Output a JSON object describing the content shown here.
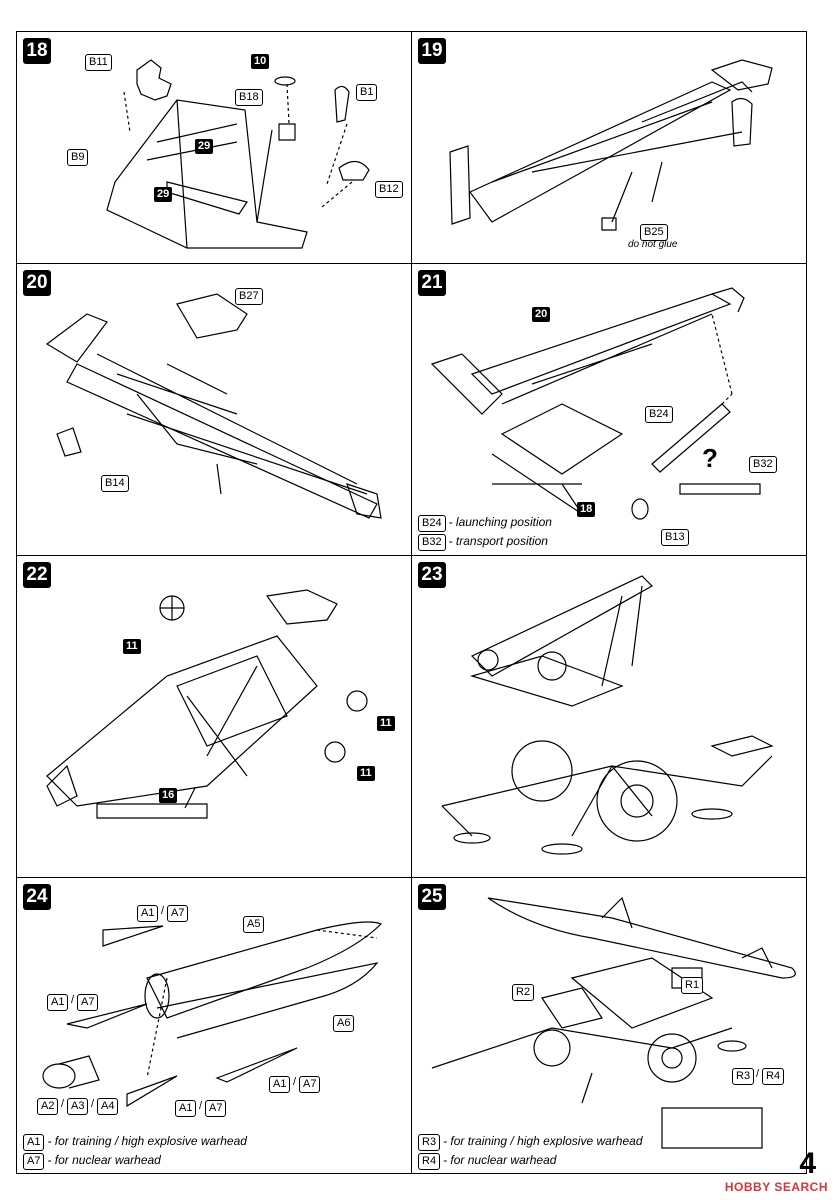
{
  "page_number": "4",
  "watermark": "HOBBY SEARCH",
  "steps": {
    "s18": {
      "number": "18",
      "labels": {
        "b11": "B11",
        "p10": "10",
        "b18": "B18",
        "b1": "B1",
        "b9": "B9",
        "p29a": "29",
        "p29b": "29",
        "b12": "B12"
      }
    },
    "s19": {
      "number": "19",
      "labels": {
        "b25": "B25"
      },
      "note": "do not glue"
    },
    "s20": {
      "number": "20",
      "labels": {
        "b27": "B27",
        "b14": "B14"
      }
    },
    "s21": {
      "number": "21",
      "labels": {
        "p20": "20",
        "b24": "B24",
        "b32": "B32",
        "p18": "18",
        "b13": "B13"
      },
      "question": "?",
      "legend": [
        {
          "code": "B24",
          "text": "- launching position"
        },
        {
          "code": "B32",
          "text": "- transport position"
        }
      ]
    },
    "s22": {
      "number": "22",
      "labels": {
        "p11a": "11",
        "p11b": "11",
        "p11c": "11",
        "p16": "16"
      }
    },
    "s23": {
      "number": "23"
    },
    "s24": {
      "number": "24",
      "labels": {
        "a1a": "A1",
        "a7a": "A7",
        "a5": "A5",
        "a1b": "A1",
        "a7b": "A7",
        "a6": "A6",
        "a2": "A2",
        "a3": "A3",
        "a4": "A4",
        "a1c": "A1",
        "a7c": "A7",
        "a1d": "A1",
        "a7d": "A7"
      },
      "legend": [
        {
          "code": "A1",
          "text": "- for training / high explosive warhead"
        },
        {
          "code": "A7",
          "text": "- for nuclear warhead"
        }
      ]
    },
    "s25": {
      "number": "25",
      "labels": {
        "r2": "R2",
        "r1": "R1",
        "r3": "R3",
        "r4": "R4"
      },
      "legend": [
        {
          "code": "R3",
          "text": "- for training / high explosive warhead"
        },
        {
          "code": "R4",
          "text": "- for nuclear warhead"
        }
      ]
    }
  }
}
